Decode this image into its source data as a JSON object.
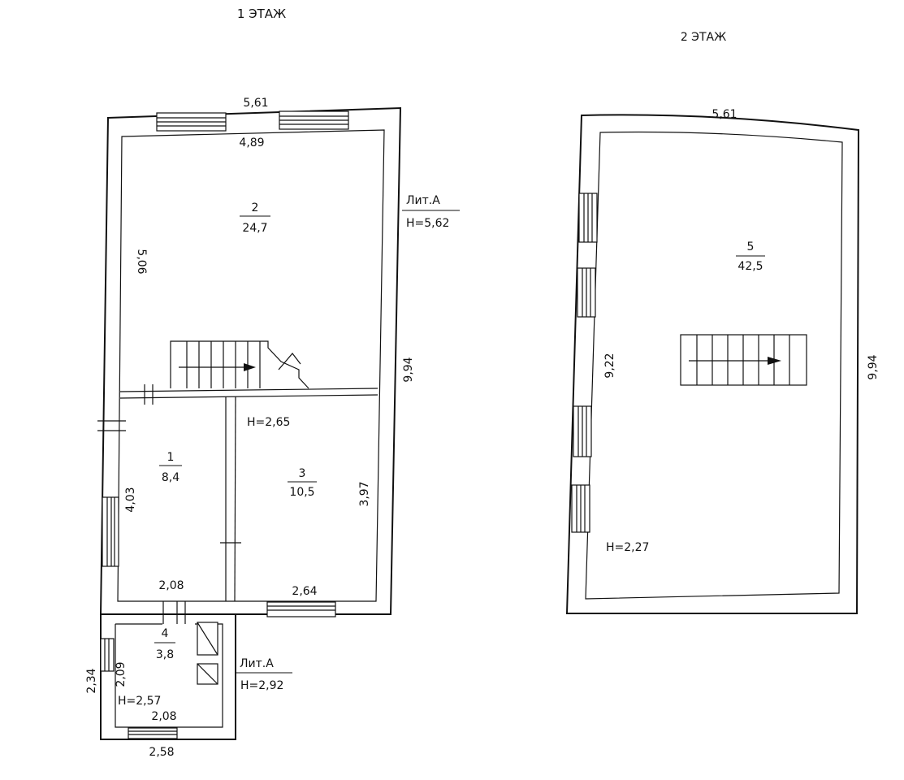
{
  "floors": [
    {
      "title": "1 ЭТАЖ",
      "rooms": [
        {
          "number": "1",
          "area": "8,4"
        },
        {
          "number": "2",
          "area": "24,7"
        },
        {
          "number": "3",
          "area": "10,5"
        },
        {
          "number": "4",
          "area": "3,8"
        }
      ],
      "dimensions": {
        "top_outer": "5,61",
        "top_inner": "4,89",
        "room2_left": "5,06",
        "right_outer": "9,94",
        "room1_left": "4,03",
        "room3_right": "3,97",
        "room1_bottom": "2,08",
        "room3_bottom": "2,64",
        "annex_left_outer": "2,34",
        "annex_left_inner": "2,09",
        "annex_inner_bottom": "2,08",
        "annex_outer_bottom": "2,58"
      },
      "heights": {
        "room3": "H=2,65",
        "annex": "H=2,57"
      },
      "liter_main": {
        "name": "Лит.А",
        "height": "H=5,62"
      },
      "liter_annex": {
        "name": "Лит.А",
        "height": "H=2,92"
      }
    },
    {
      "title": "2 ЭТАЖ",
      "rooms": [
        {
          "number": "5",
          "area": "42,5"
        }
      ],
      "dimensions": {
        "top_outer": "5,61",
        "left_inner": "9,22",
        "right_outer": "9,94"
      },
      "heights": {
        "room5": "H=2,27"
      }
    }
  ]
}
